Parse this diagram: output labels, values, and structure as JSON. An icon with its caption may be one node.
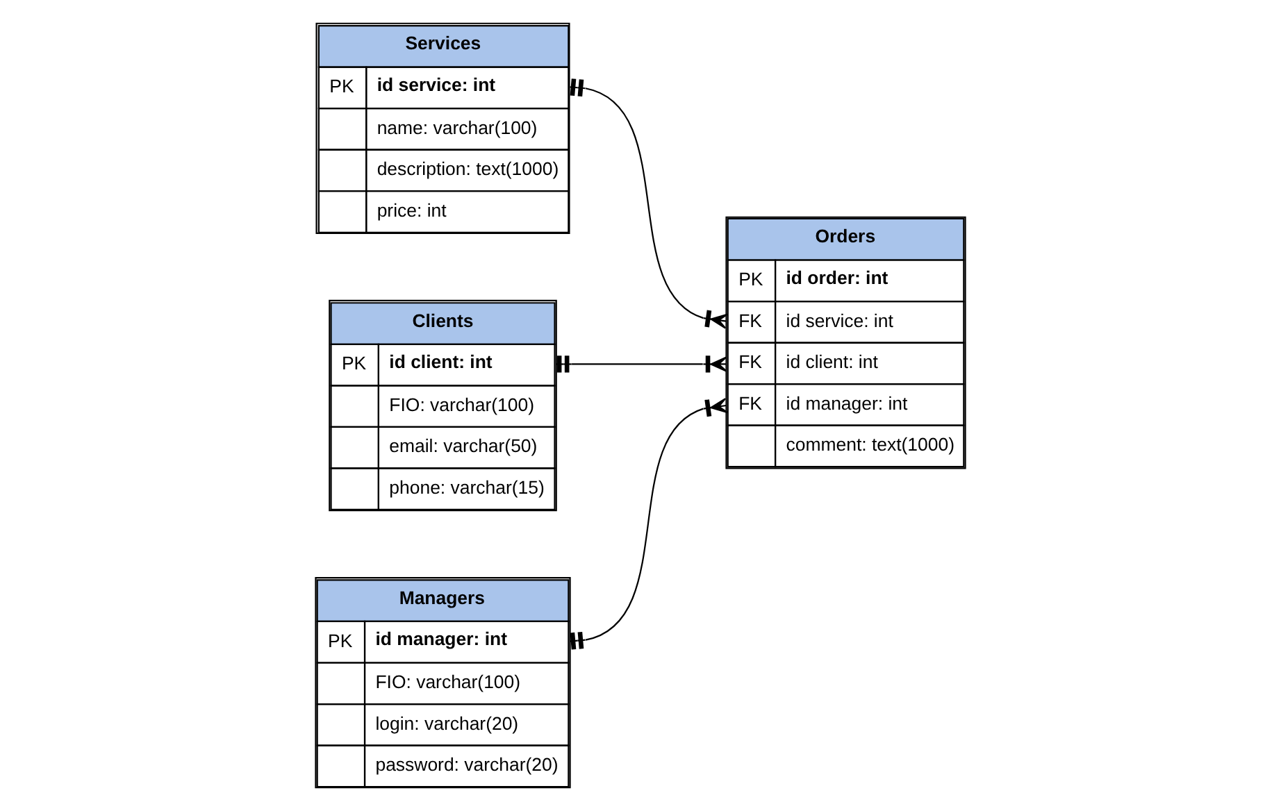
{
  "diagram": {
    "nodes": [
      {
        "text": [
          "Services",
          "PK",
          "id service: int",
          "name: varchar(100)",
          "description: text(1000)",
          "price: int"
        ]
      },
      {
        "text": [
          "Orders",
          "PK",
          "id order: int",
          "FK",
          "id service: int",
          "FK",
          "id client: int",
          "FK",
          "id manager: int",
          "comment: text(1000)"
        ]
      },
      {
        "text": [
          "Clients",
          "PK",
          "id client: int",
          "FIO: varchar(100)",
          "email: varchar(50)",
          "phone: varchar(15)"
        ]
      },
      {
        "text": [
          "Managers",
          "PK",
          "id manager: int",
          "FIO: varchar(100)",
          "login: varchar(20)",
          "password: varchar(20)"
        ]
      }
    ],
    "edges": [
      {
        "from": 0,
        "to": 1,
        "arrow": "other"
      },
      {
        "from": 2,
        "to": 1,
        "arrow": "other"
      },
      {
        "from": 3,
        "to": 1,
        "arrow": "other"
      }
    ]
  }
}
